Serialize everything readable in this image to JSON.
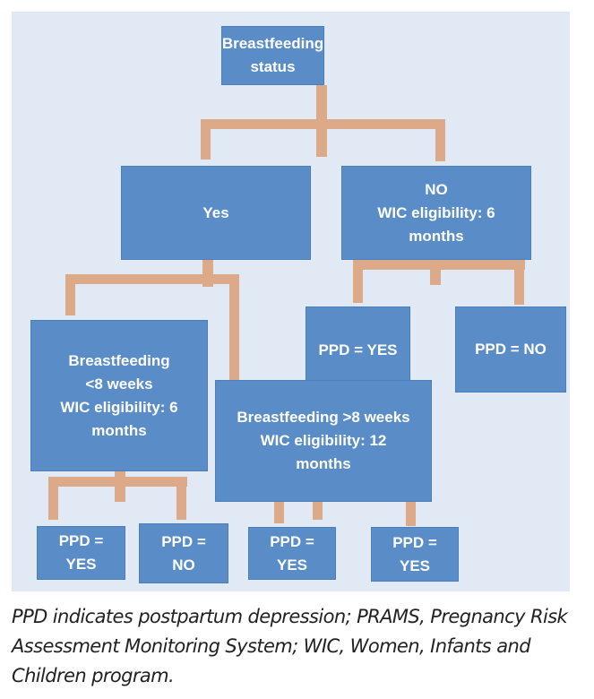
{
  "diagram": {
    "root": {
      "lines": [
        "Breastfeeding",
        "status"
      ]
    },
    "yes": {
      "lines": [
        "Yes"
      ]
    },
    "no": {
      "lines": [
        "NO",
        "WIC eligibility: 6",
        "months"
      ]
    },
    "no_ppd_yes": {
      "lines": [
        "PPD = YES"
      ]
    },
    "no_ppd_no": {
      "lines": [
        "PPD = NO"
      ]
    },
    "bf_lt8": {
      "lines": [
        "Breastfeeding",
        "<8 weeks",
        "WIC eligibility: 6",
        "months"
      ]
    },
    "bf_gt8": {
      "lines": [
        "Breastfeeding >8 weeks",
        "WIC eligibility: 12",
        "months"
      ]
    },
    "lt8_ppd_yes": {
      "lines": [
        "PPD =",
        "YES"
      ]
    },
    "lt8_ppd_no": {
      "lines": [
        "PPD =",
        "NO"
      ]
    },
    "gt8_ppd_yes_1": {
      "lines": [
        "PPD =",
        "YES"
      ]
    },
    "gt8_ppd_yes_2": {
      "lines": [
        "PPD =",
        "YES"
      ]
    },
    "colors": {
      "box": "#5a8dc7",
      "connector": "#dcaa88",
      "background": "#e1e9f4"
    }
  },
  "caption": "PPD indicates postpartum depression; PRAMS,  Pregnancy Risk Assessment Monitoring System; WIC, Women, Infants and Children program."
}
